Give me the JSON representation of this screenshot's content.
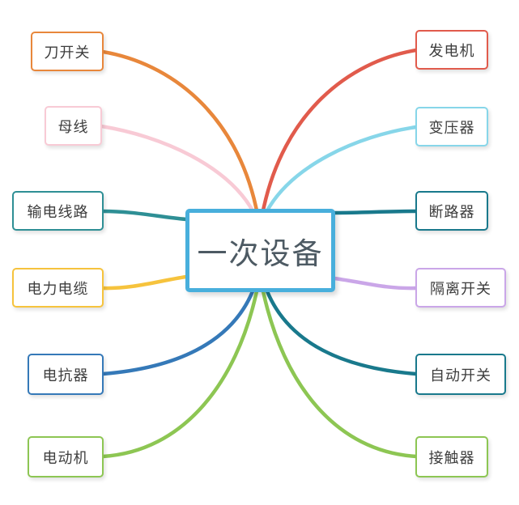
{
  "diagram": {
    "type": "mindmap",
    "background": "#ffffff"
  },
  "center": {
    "label": "一次设备",
    "color": "#48AFDC",
    "text_color": "#4D5A63"
  },
  "left_nodes": [
    {
      "label": "刀开关",
      "color": "#E8873B"
    },
    {
      "label": "母线",
      "color": "#F8CAD5"
    },
    {
      "label": "输电线路",
      "color": "#2E8F95"
    },
    {
      "label": "电力电缆",
      "color": "#F6C33D"
    },
    {
      "label": "电抗器",
      "color": "#3579B8"
    },
    {
      "label": "电动机",
      "color": "#8DC653"
    }
  ],
  "right_nodes": [
    {
      "label": "发电机",
      "color": "#E15B4C"
    },
    {
      "label": "变压器",
      "color": "#87D6E9"
    },
    {
      "label": "断路器",
      "color": "#19798C"
    },
    {
      "label": "隔离开关",
      "color": "#CAA6E8"
    },
    {
      "label": "自动开关",
      "color": "#19798C"
    },
    {
      "label": "接触器",
      "color": "#8DC653"
    }
  ]
}
